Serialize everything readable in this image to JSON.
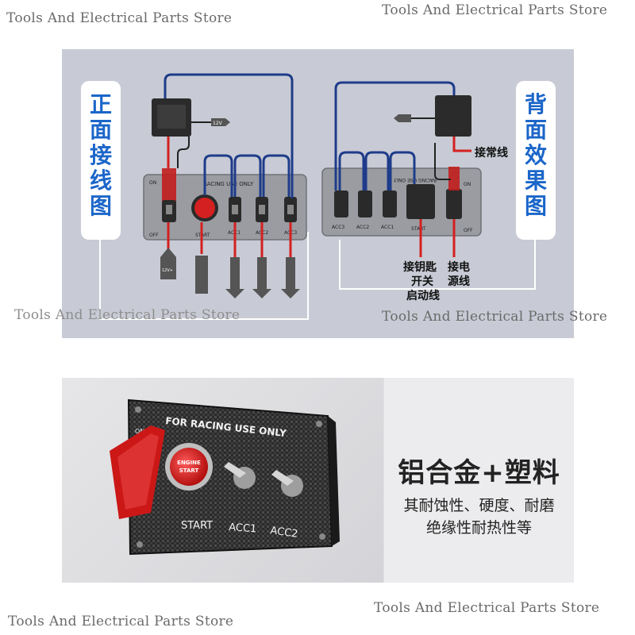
{
  "watermarks": {
    "top_left": "Tools And Electrical Parts Store",
    "top_right": "Tools And Electrical Parts Store",
    "mid_left": "Tools And Electrical Parts Store",
    "mid_right": "Tools And Electrical Parts Store",
    "bottom_left": "Tools And Electrical Parts Store",
    "bottom_right": "Tools And Electrical Parts Store"
  },
  "diagram": {
    "front_label_chars": [
      "正",
      "面",
      "接",
      "线",
      "图"
    ],
    "back_label_chars": [
      "背",
      "面",
      "效",
      "果",
      "图"
    ],
    "front_panel": {
      "header": "RACING USE ONLY",
      "on": "ON",
      "off": "OFF",
      "start": "START",
      "acc": [
        "ACC1",
        "ACC2",
        "ACC3"
      ],
      "relay_tag": "12V",
      "battery_tag": "12V+"
    },
    "back_panel": {
      "header": "RACING USE ONLY",
      "acc": [
        "ACC3",
        "ACC2",
        "ACC1"
      ],
      "start": "START",
      "on": "ON",
      "off": "OFF"
    },
    "notes": {
      "normal_line": "接常线",
      "key_switch_line1": "接钥匙",
      "key_switch_line2": "开关",
      "key_switch_line3": "启动线",
      "power_line1": "接电",
      "power_line2": "源线"
    }
  },
  "product": {
    "plate_header": "FOR RACING USE ONLY",
    "button_line1": "ENGINE",
    "button_line2": "START",
    "labels": [
      "START",
      "ACC1",
      "ACC2"
    ],
    "on_tag": "ON",
    "material_title": "铝合金+塑料",
    "material_desc_line1": "其耐蚀性、硬度、耐磨",
    "material_desc_line2": "绝缘性耐热性等"
  },
  "colors": {
    "wire_blue": "#1f3c8a",
    "wire_red": "#d42020",
    "label_blue": "#1b66c9",
    "panel_gray": "#c8cbd5"
  }
}
